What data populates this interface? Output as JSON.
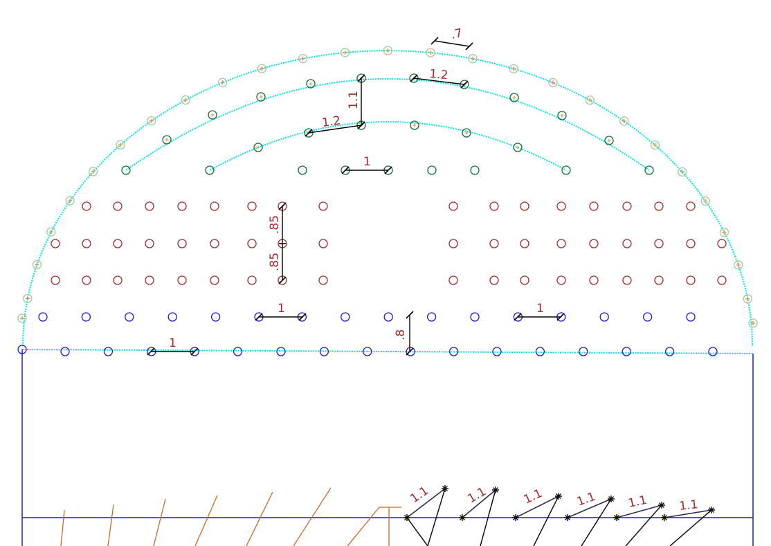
{
  "colors": {
    "background": "#ffffff",
    "profile_outline": "#00e6e6",
    "perimeter_hole_outer": "#9cc9a3",
    "perimeter_hole_center": "#e08a3a",
    "crown_rows": "#0e6e35",
    "stoping_holes": "#a12a2a",
    "lifter_holes": "#1a1ad6",
    "dimension_line": "#000000",
    "dimension_text": "#a12a2a",
    "tunnel_walls": "#1a1ad6",
    "lookout_holes": "#c8692b",
    "cut_holes": "#1e1e3a"
  },
  "dimensions": {
    "perimeter_spacing": ".7",
    "crown_spacing_a": "1.2",
    "crown_spacing_b": "1.2",
    "crown_burden": "1.1",
    "inner_spacing": "1",
    "stoping_burden_upper": ".85",
    "stoping_burden_lower": ".85",
    "helper_spacing_left": "1",
    "helper_spacing_right": "1",
    "lifter_spacing": "1",
    "floor_burden": ".8"
  },
  "section_dimensions": [
    "1.1",
    "1.1",
    "1.1",
    "1.1",
    "1.1",
    "1.1"
  ]
}
